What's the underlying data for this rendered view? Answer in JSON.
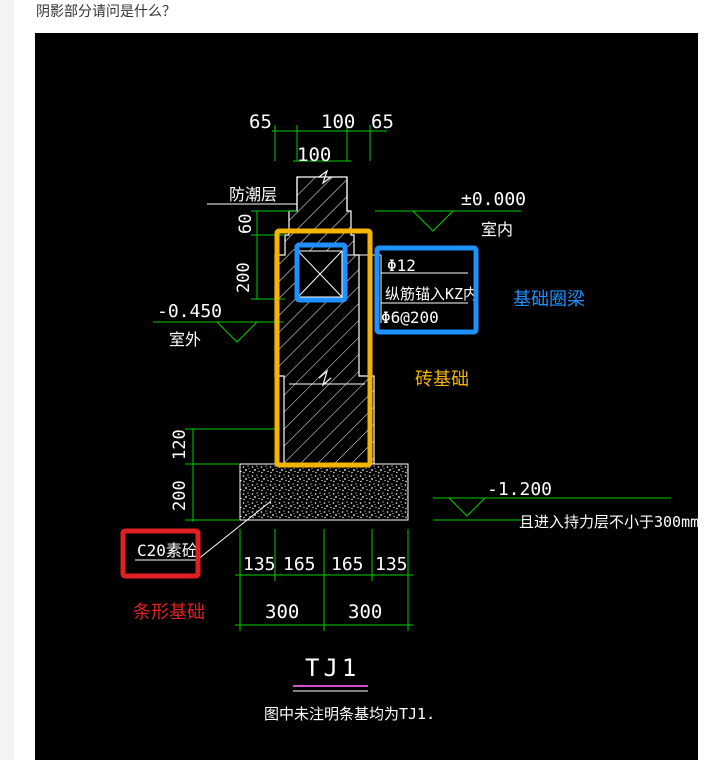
{
  "question": "阴影部分请问是什么？",
  "colors": {
    "cad_background": "#000000",
    "line_white": "#ffffff",
    "dimension_green": "#00cc00",
    "highlight_orange": "#f5b400",
    "highlight_blue": "#1e90ff",
    "highlight_red": "#e02020",
    "title_underline": "#d24dd2"
  },
  "drawing": {
    "dims_top": [
      "65",
      "100",
      "65"
    ],
    "dim_wall": "100",
    "label_dpc": "防潮层",
    "level_indoor": "±0.000",
    "label_indoor": "室内",
    "dim_60": "60",
    "dim_200_beam": "200",
    "rebar_main": "Φ12",
    "rebar_anchor_note": "纵筋锚入KZ内",
    "rebar_stirrup": "Φ6@200",
    "level_outdoor": "-0.450",
    "label_outdoor": "室外",
    "dim_120": "120",
    "dim_200_footing": "200",
    "level_bottom": "-1.200",
    "bearing_note": "且进入持力层不小于300mm",
    "concrete_label": "C20素砼",
    "dims_bottom": [
      "135",
      "165",
      "165",
      "135"
    ],
    "dims_halves": [
      "300",
      "300"
    ],
    "title": "TJ1",
    "footnote": "图中未注明条基均为TJ1."
  },
  "annotations": {
    "ring_beam": "基础圈梁",
    "brick_foundation": "砖基础",
    "strip_foundation": "条形基础"
  }
}
